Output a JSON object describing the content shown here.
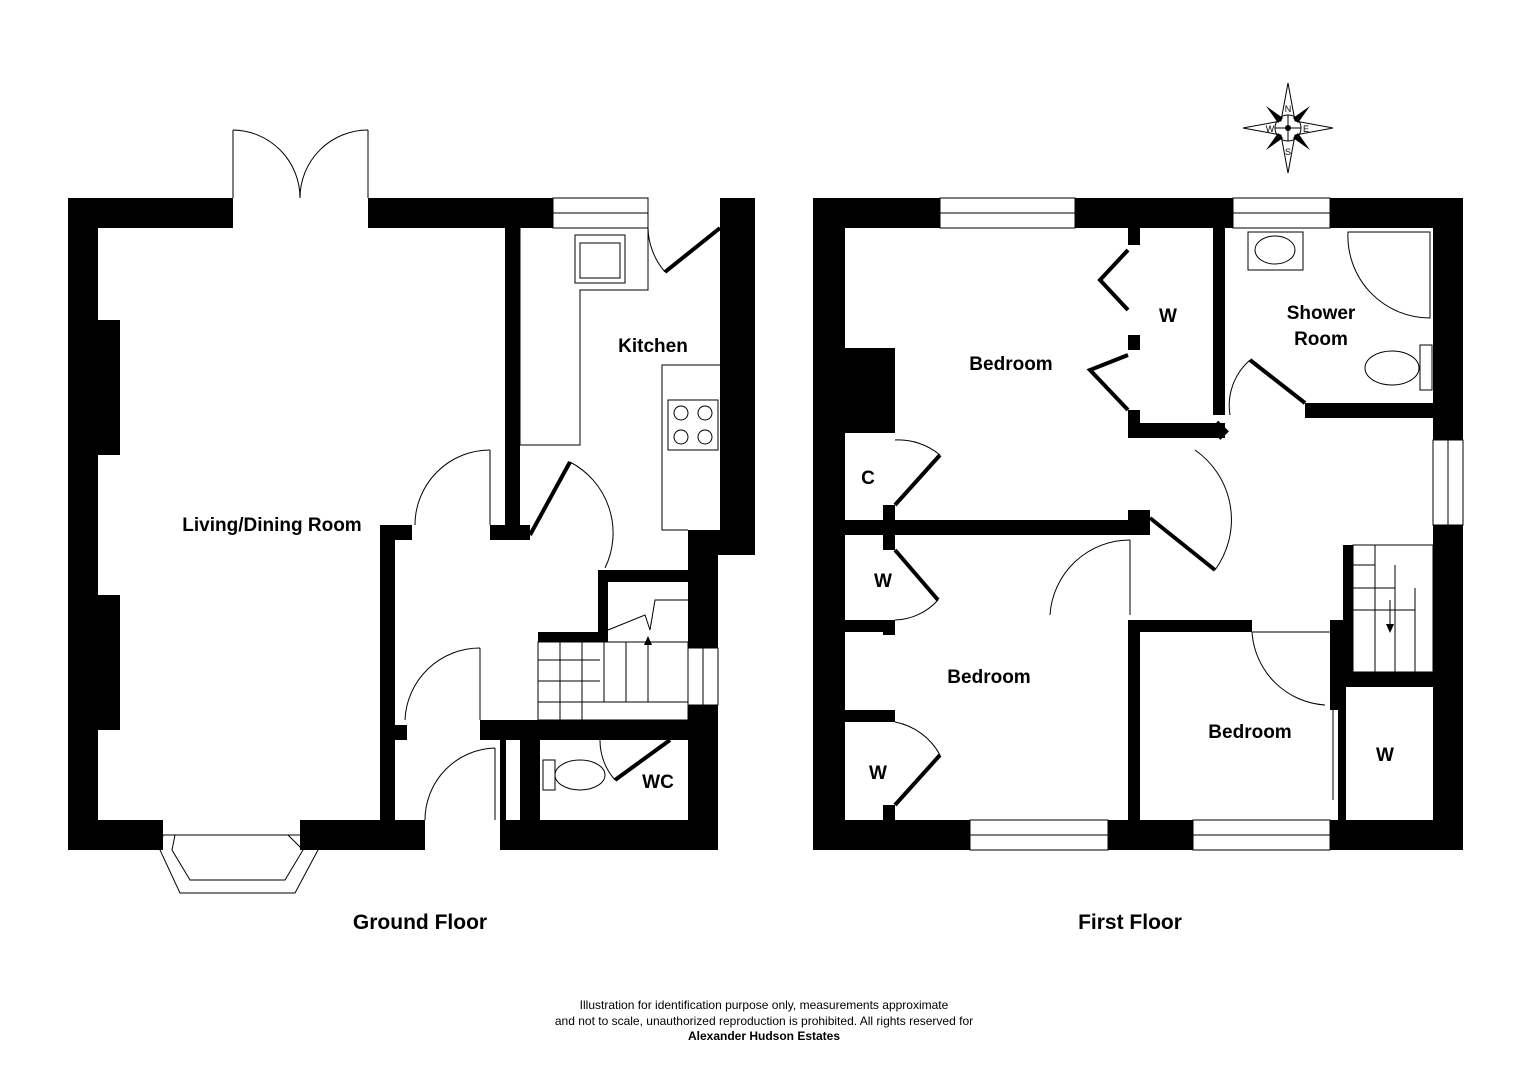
{
  "ground_floor": {
    "caption": "Ground Floor",
    "rooms": {
      "living_dining": "Living/Dining Room",
      "kitchen": "Kitchen",
      "wc": "WC"
    }
  },
  "first_floor": {
    "caption": "First Floor",
    "rooms": {
      "bedroom_1": "Bedroom",
      "bedroom_2": "Bedroom",
      "bedroom_3": "Bedroom",
      "shower_room_line1": "Shower",
      "shower_room_line2": "Room",
      "wardrobe_1": "W",
      "wardrobe_2": "W",
      "wardrobe_3": "W",
      "wardrobe_4": "W",
      "cupboard": "C"
    }
  },
  "compass": {
    "n": "N",
    "e": "E",
    "s": "S",
    "w": "W"
  },
  "footer": {
    "line1": "Illustration for identification purpose only, measurements approximate",
    "line2": "and not to scale, unauthorized reproduction is prohibited. All rights reserved for",
    "agency": "Alexander Hudson Estates"
  }
}
